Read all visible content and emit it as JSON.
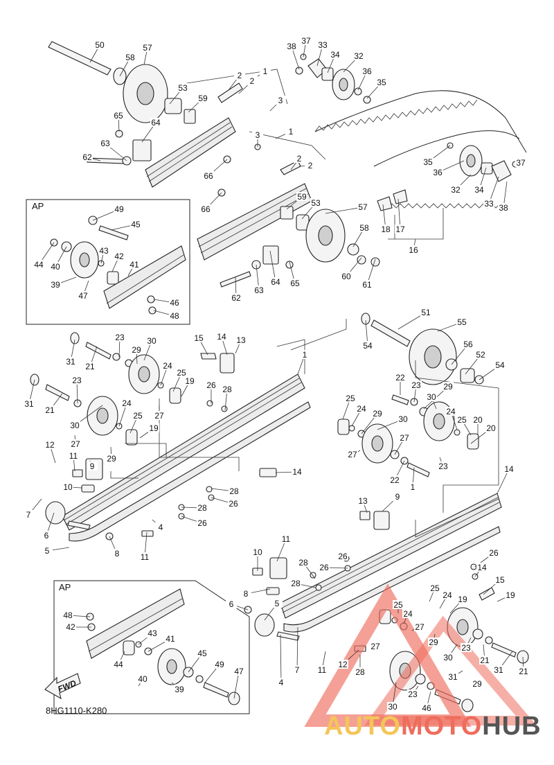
{
  "diagram_code": "8HG1110-K280",
  "inset_label": "AP",
  "fwd_label": "FWD",
  "watermark": {
    "part1": "AUTO",
    "part2": "MOTO",
    "part3": "HUB"
  },
  "colors": {
    "watermark_yellow": "#f4c55a",
    "watermark_red": "#ee6d5d",
    "watermark_gray": "#555555",
    "line": "#222222"
  },
  "labels": [
    "50",
    "58",
    "57",
    "38",
    "37",
    "33",
    "34",
    "32",
    "36",
    "35",
    "1",
    "2",
    "2",
    "3",
    "53",
    "59",
    "65",
    "64",
    "63",
    "62",
    "66",
    "3",
    "1",
    "2",
    "2",
    "66",
    "59",
    "53",
    "57",
    "58",
    "60",
    "61",
    "62",
    "63",
    "64",
    "65",
    "35",
    "36",
    "37",
    "32",
    "34",
    "33",
    "38",
    "18",
    "17",
    "16",
    "AP-49",
    "AP-45",
    "AP-44",
    "AP-40",
    "AP-43",
    "AP-42",
    "AP-41",
    "AP-39",
    "AP-47",
    "AP-46",
    "AP-48",
    "31",
    "21",
    "23",
    "29",
    "30",
    "24",
    "25",
    "19",
    "27",
    "15",
    "14",
    "13",
    "26",
    "28",
    "1",
    "31",
    "21",
    "23",
    "30",
    "24",
    "25",
    "19",
    "27",
    "29",
    "12",
    "11",
    "9",
    "10",
    "7",
    "6",
    "5",
    "8",
    "11",
    "4",
    "14",
    "28",
    "26",
    "28",
    "26",
    "51",
    "54",
    "55",
    "56",
    "52",
    "54",
    "22",
    "23",
    "29",
    "30",
    "24",
    "25",
    "20",
    "20",
    "25",
    "24",
    "29",
    "30",
    "27",
    "27",
    "23",
    "22",
    "1",
    "14",
    "13",
    "9",
    "11",
    "10",
    "8",
    "6",
    "5",
    "4",
    "7",
    "11",
    "12",
    "28",
    "28",
    "26",
    "26",
    "28",
    "26",
    "14",
    "15",
    "19",
    "25",
    "24",
    "19",
    "25",
    "24",
    "27",
    "27",
    "29",
    "30",
    "23",
    "21",
    "31",
    "21",
    "31",
    "29",
    "30",
    "23",
    "AP2-46",
    "AP2-48",
    "AP2-42",
    "AP2-43",
    "AP2-41",
    "AP2-44",
    "AP2-45",
    "AP2-49",
    "AP2-47",
    "AP2-40",
    "AP2-39"
  ]
}
